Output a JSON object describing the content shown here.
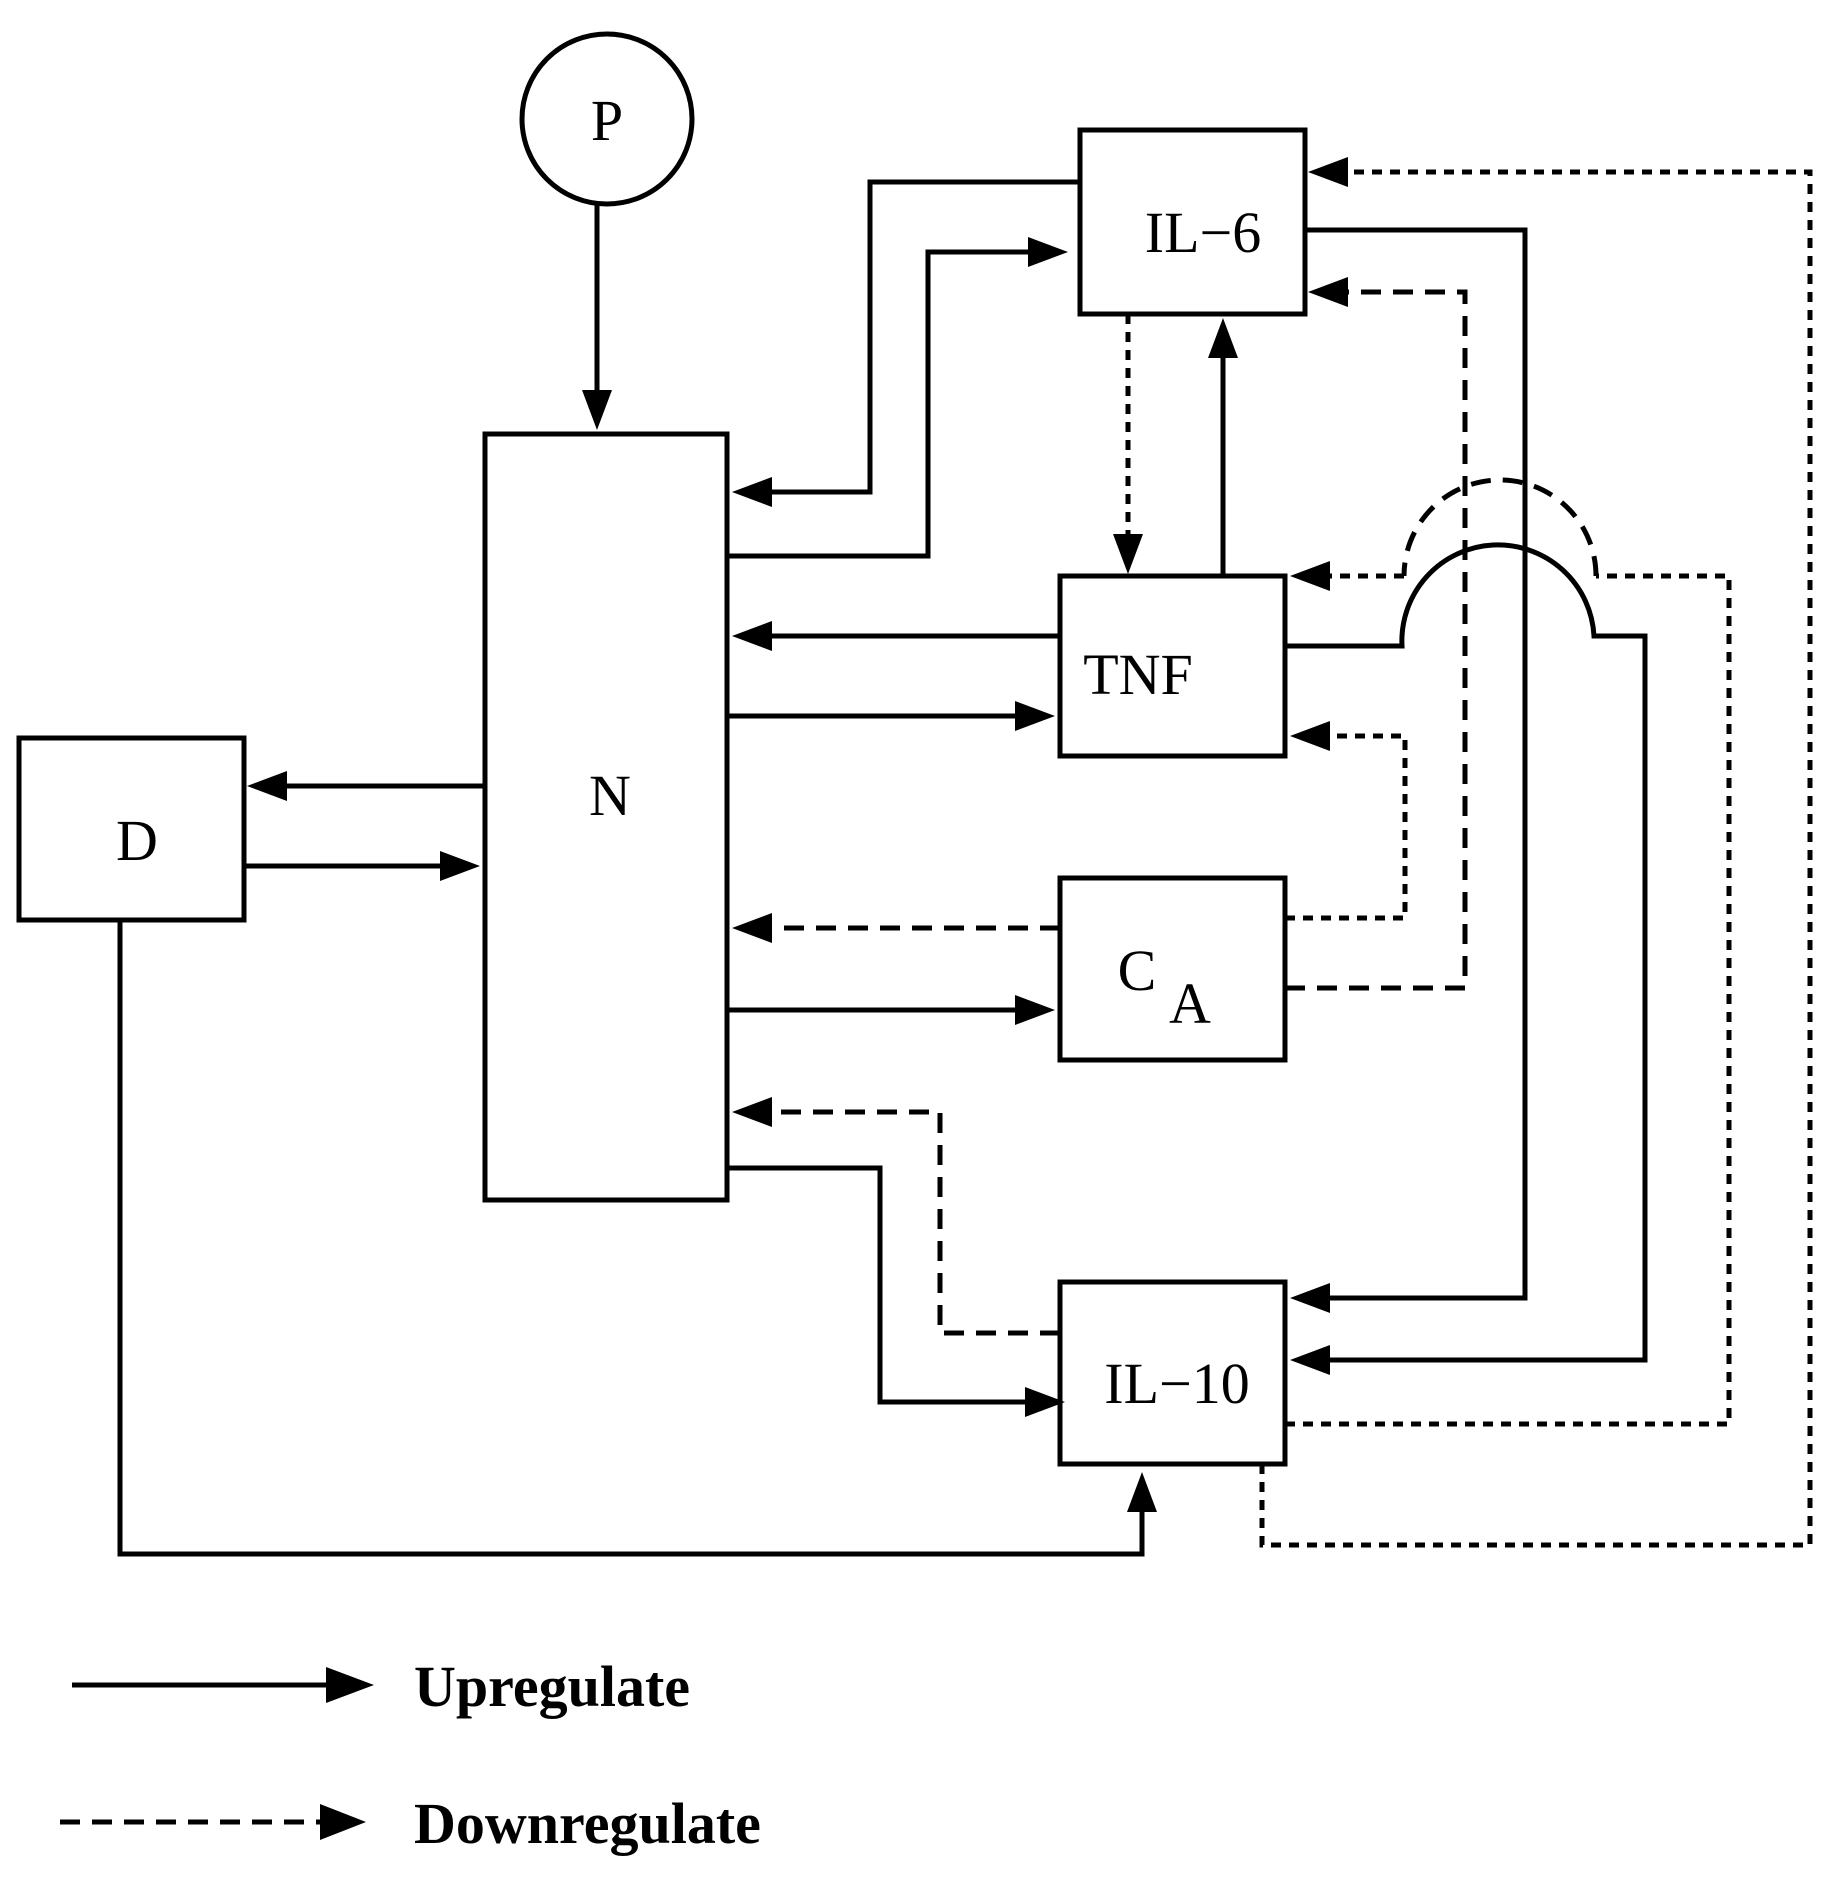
{
  "nodes": {
    "p": "P",
    "n": "N",
    "d": "D",
    "il6": "IL−6",
    "tnf": "TNF",
    "ca_main": "C",
    "ca_sub": "A",
    "il10": "IL−10"
  },
  "legend": {
    "upregulate": "Upregulate",
    "downregulate": "Downregulate"
  },
  "colors": {
    "stroke": "#000000",
    "background": "#ffffff"
  }
}
